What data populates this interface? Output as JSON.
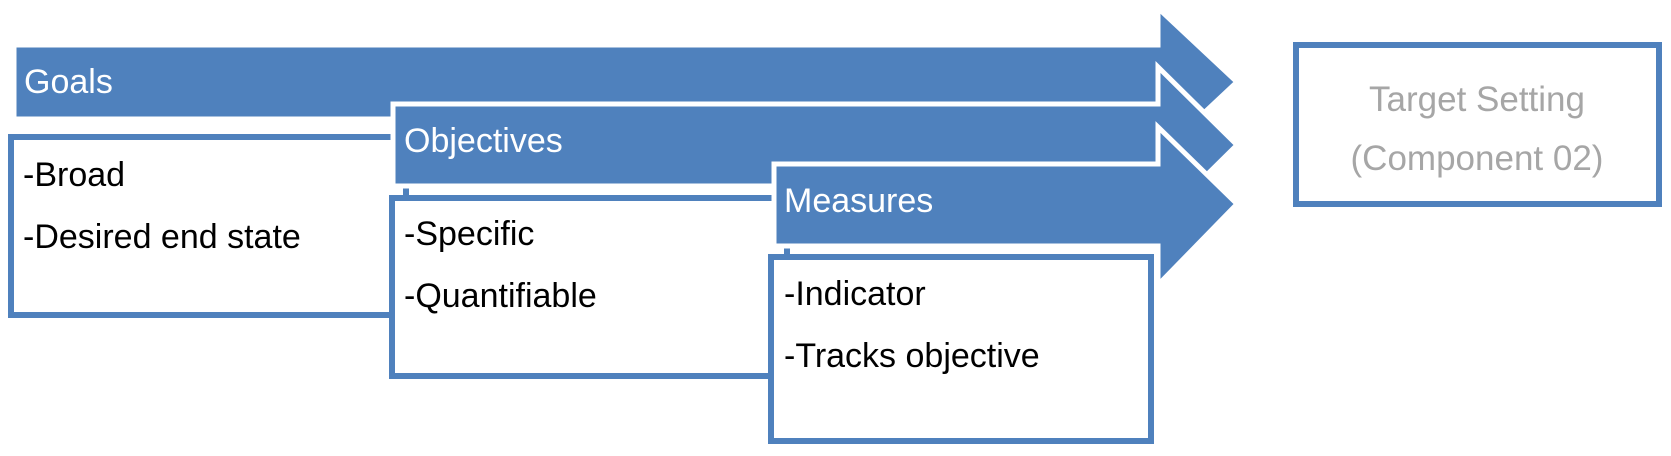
{
  "stages": [
    {
      "header": "Goals",
      "items": [
        "-Broad",
        "-Desired end state"
      ]
    },
    {
      "header": "Objectives",
      "items": [
        "-Specific",
        "-Quantifiable"
      ]
    },
    {
      "header": "Measures",
      "items": [
        "-Indicator",
        "-Tracks objective"
      ]
    }
  ],
  "target": {
    "line1": "Target Setting",
    "line2": "(Component 02)"
  },
  "colors": {
    "accent": "#4f81bd",
    "header_text": "#ffffff",
    "body_text": "#000000",
    "target_text": "#a6a6a6"
  }
}
